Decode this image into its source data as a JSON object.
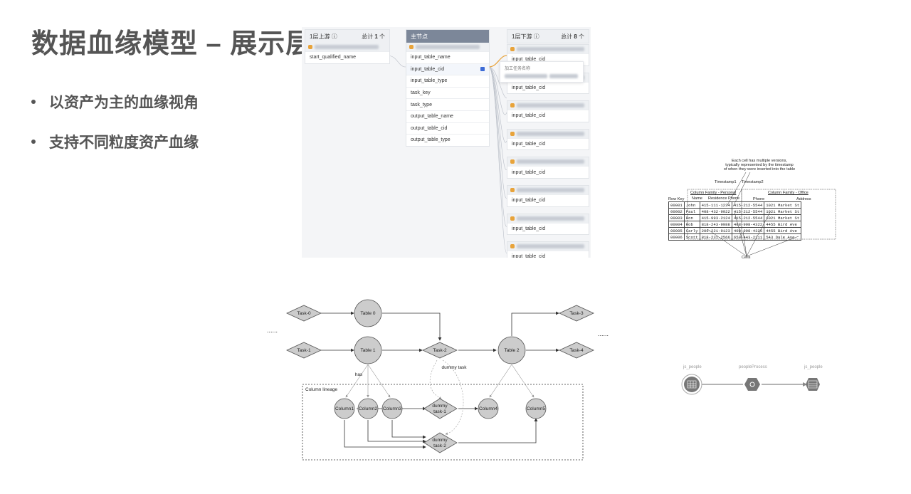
{
  "slide": {
    "title": "数据血缘模型 – 展示层",
    "bullets": [
      "以资产为主的血缘视角",
      "支持不同粒度资产血缘"
    ]
  },
  "lineage_ui": {
    "upstream": {
      "header": "1层上游",
      "total_label": "总计",
      "total": "1",
      "unit": "个",
      "field": "start_qualified_name"
    },
    "main": {
      "header": "主节点",
      "fields": [
        "input_table_name",
        "input_table_cid",
        "input_table_type",
        "task_key",
        "task_type",
        "output_table_name",
        "output_table_cid",
        "output_table_type"
      ],
      "selected_index": 1
    },
    "downstream": {
      "header": "1层下游",
      "total_label": "总计",
      "total": "8",
      "unit": "个",
      "field": "input_table_cid",
      "count": 8
    },
    "tooltip_label": "加工任务名称"
  },
  "hbase": {
    "annotation": "Each cell has multiple versions, typically represented by the timestamp of when they were inserted into the table",
    "annotation_lines": [
      "Each cell has multiple versions,",
      "typically represented by the timestamp",
      "of when they were inserted into the table"
    ],
    "timestamp1": "Timestamp1",
    "timestamp2": "Timestamp2",
    "family_personal": "Column Family - Personal",
    "family_office": "Column Family - Office",
    "row_key": "Row Key",
    "cols": [
      "Name",
      "Residence Phone",
      "Phone",
      "Address"
    ],
    "rows": [
      [
        "00001",
        "John",
        "415-111-1234",
        "415-212-5544",
        "1021 Market St"
      ],
      [
        "00002",
        "Paul",
        "408-432-9922",
        "415-212-5544",
        "1021 Market St"
      ],
      [
        "00003",
        "Ron",
        "415-993-2124",
        "415-212-5544",
        "1021 Market St"
      ],
      [
        "00004",
        "Rob",
        "818-243-9988",
        "408-998-4322",
        "4455 Bird Ave"
      ],
      [
        "00005",
        "Carly",
        "206-221-9123",
        "408-998-4325",
        "4455 Bird Ave"
      ],
      [
        "00006",
        "Scott",
        "818-231-2566",
        "650-443-2211",
        "543 Dale Ave"
      ]
    ],
    "cells_label": "Cells"
  },
  "flow": {
    "ellipsis_left": "......",
    "ellipsis_right": "......",
    "tasks": [
      "Task-0",
      "Task-1",
      "Task-2",
      "Task-3",
      "Task-4"
    ],
    "tables": [
      "Table 0",
      "Table 1",
      "Table 2"
    ],
    "has_label": "has",
    "dummy_task_label": "dummy task",
    "box_label": "Column lineage",
    "columns": [
      "Column1",
      "Column2",
      "Column3",
      "Column4",
      "Column5"
    ],
    "dummy1": [
      "dummy",
      "task-1"
    ],
    "dummy2": [
      "dummy",
      "task-2"
    ]
  },
  "atlas": {
    "labels": [
      "js_people",
      "peopleProcess",
      "js_people"
    ]
  },
  "colors": {
    "title": "#555555",
    "node_fill": "#cccccc",
    "node_stroke": "#555555",
    "panel_bg": "#f4f5f7",
    "main_head": "#7c8799",
    "accent_orange": "#e8a33a",
    "check_blue": "#3d6bd6"
  }
}
